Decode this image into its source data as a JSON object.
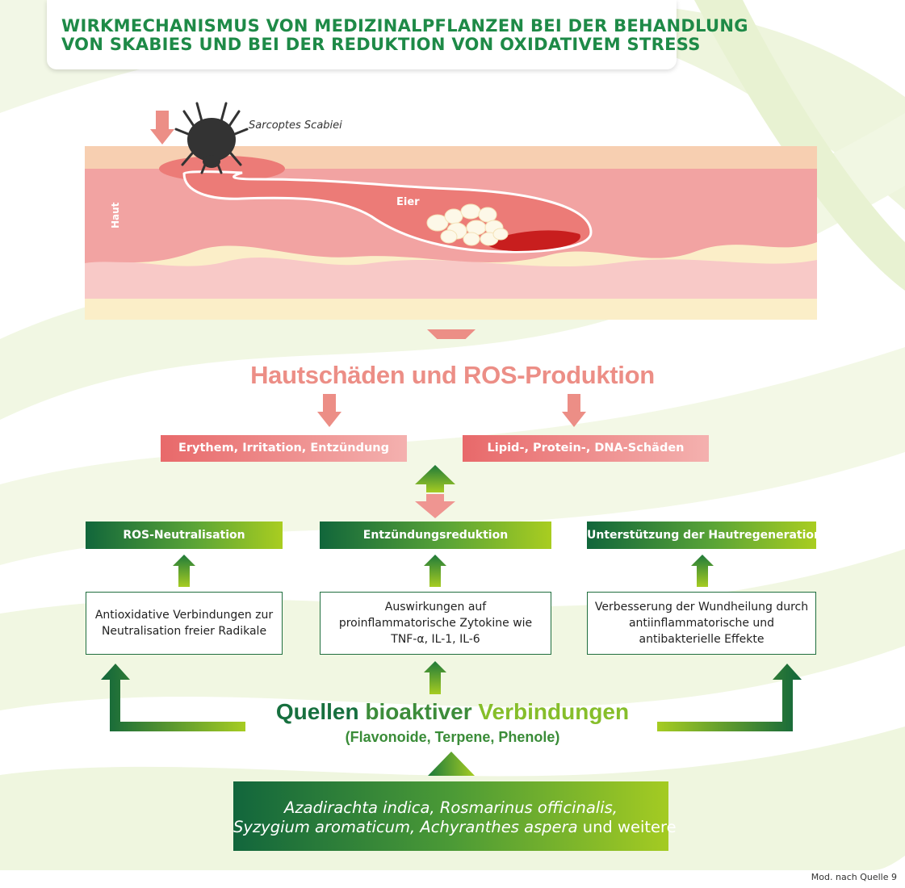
{
  "title": {
    "line1": "WIRKMECHANISMUS VON MEDIZINALPFLANZEN BEI DER BEHANDLUNG",
    "line2": "VON SKABIES UND BEI DER REDUKTION VON OXIDATIVEM STRESS"
  },
  "skin_diagram": {
    "mite_label": "Sarcoptes Scabiei",
    "eggs_label": "Eier",
    "skin_label": "Haut"
  },
  "damage": {
    "headline": "Hautschäden und ROS-Produktion",
    "effect_left": "Erythem, Irritation, Entzündung",
    "effect_right": "Lipid-, Protein-, DNA-Schäden"
  },
  "mechanisms": [
    {
      "label": "ROS-Neutralisation",
      "description": "Antioxidative Verbindungen zur Neutralisation freier Radikale"
    },
    {
      "label": "Entzündungsreduktion",
      "description": "Auswirkungen auf proinflammatorische Zytokine wie TNF-α, IL-1, IL-6"
    },
    {
      "label": "Unterstützung der Hautregeneration",
      "description": "Verbesserung der Wundheilung durch antiinflammatorische und antibakterielle Effekte"
    }
  ],
  "sources": {
    "title_part1": "Quellen",
    "title_part2": "bioaktiver",
    "title_part3": "Verbindungen",
    "subtitle": "(Flavonoide, Terpene, Phenole)"
  },
  "plants": {
    "line1_species": "Azadirachta indica, Rosmarinus officinalis,",
    "line2_species": "Syzygium aromaticum, Achyranthes aspera",
    "line2_suffix": "und weitere"
  },
  "footer": "Mod. nach Quelle 9",
  "colors": {
    "dark_green": "#11663b",
    "light_green": "#a9cd20",
    "salmon": "#ec8e86",
    "red": "#e8696a"
  },
  "icons": {
    "mite": "mite-icon",
    "down_arrow": "arrow-down-icon",
    "up_arrow": "arrow-up-icon",
    "double_arrow": "double-arrow-icon",
    "elbow_arrow": "elbow-arrow-icon",
    "triangle": "triangle-up-icon"
  }
}
